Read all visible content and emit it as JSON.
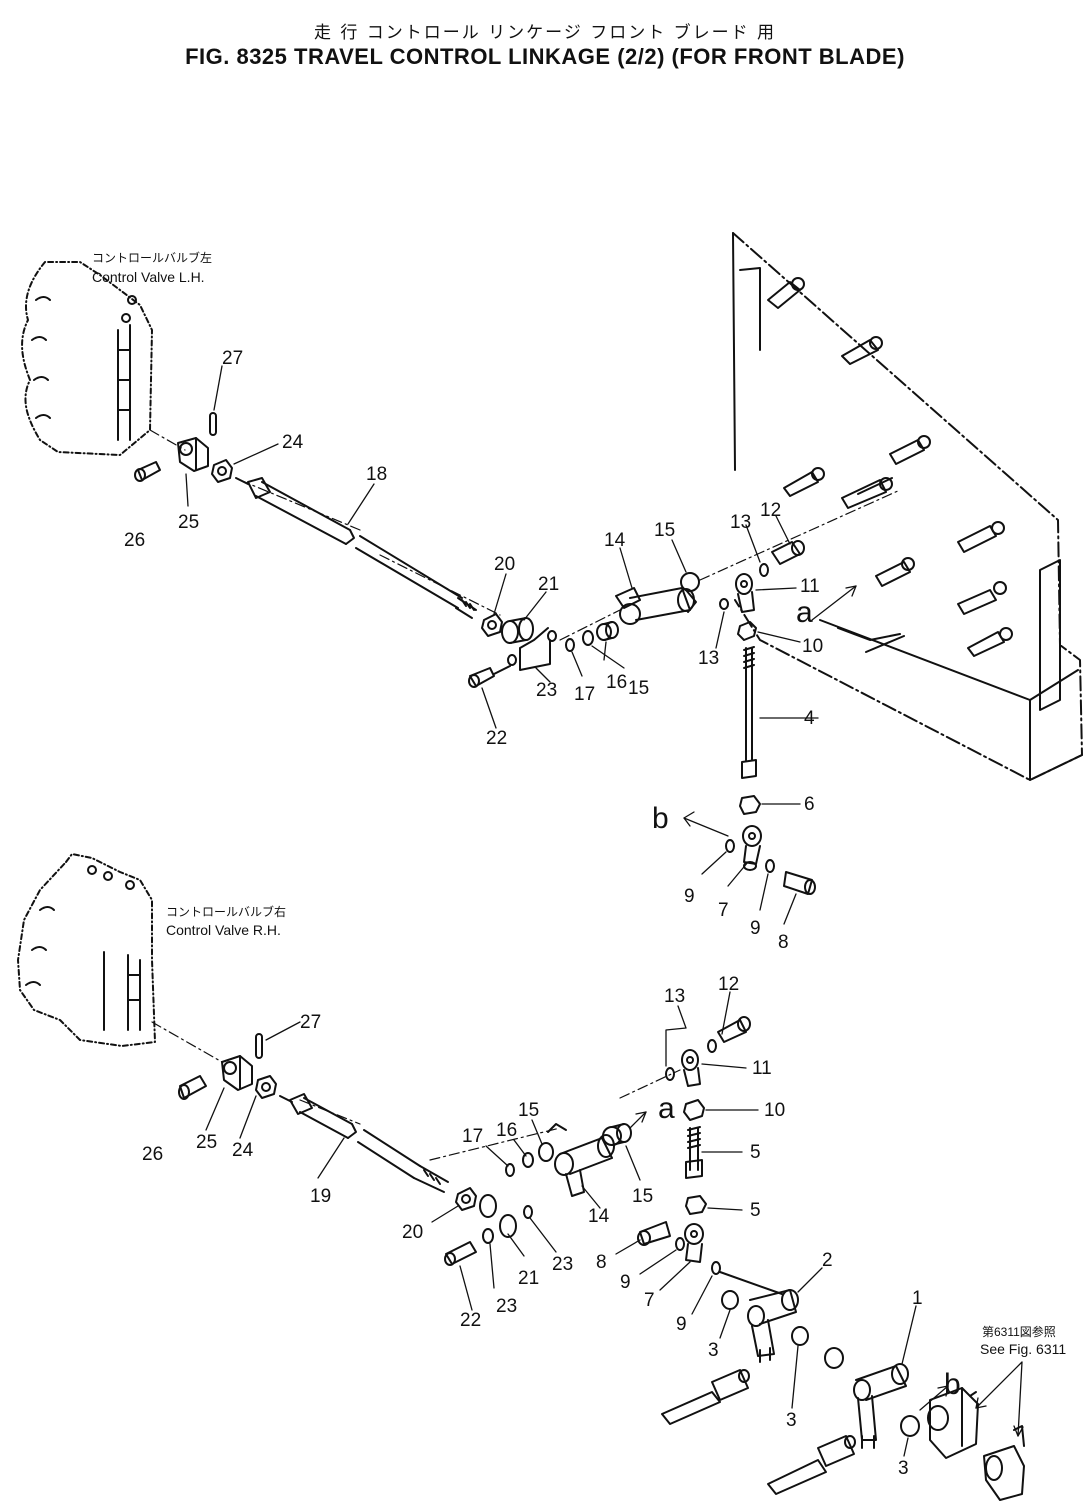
{
  "title": {
    "japanese": "走 行 コントロール リンケージ フロント ブレード 用",
    "english": "FIG. 8325 TRAVEL CONTROL LINKAGE (2/2) (FOR FRONT BLADE)"
  },
  "annotations": {
    "valve_lh_jp": "コントロールバルブ左",
    "valve_lh": "Control Valve L.H.",
    "valve_rh_jp": "コントロールバルブ右",
    "valve_rh": "Control Valve R.H.",
    "see_fig_jp": "第6311図参照",
    "see_fig": "See Fig. 6311"
  },
  "callouts_upper": {
    "c27": "27",
    "c24": "24",
    "c26": "26",
    "c25": "25",
    "c18": "18",
    "c20": "20",
    "c21": "21",
    "c22": "22",
    "c23": "23",
    "c17": "17",
    "c16": "16",
    "c15a": "15",
    "c14": "14",
    "c15b": "15",
    "c13a": "13",
    "c12": "12",
    "c11": "11",
    "c13b": "13",
    "c10": "10",
    "c4": "4",
    "c6": "6",
    "c9a": "9",
    "c7": "7",
    "c9b": "9",
    "c8": "8",
    "ref_a": "a",
    "ref_b": "b"
  },
  "callouts_lower": {
    "c27": "27",
    "c26": "26",
    "c25": "25",
    "c24": "24",
    "c19": "19",
    "c20": "20",
    "c21": "21",
    "c22": "22",
    "c23a": "23",
    "c23b": "23",
    "c17": "17",
    "c16": "16",
    "c15a": "15",
    "c14": "14",
    "c15b": "15",
    "c13": "13",
    "c12": "12",
    "c11": "11",
    "c10": "10",
    "c5a": "5",
    "c5b": "5",
    "c8": "8",
    "c9a": "9",
    "c7": "7",
    "c9b": "9",
    "c2": "2",
    "c3a": "3",
    "c3b": "3",
    "c1": "1",
    "c3c": "3",
    "ref_a": "a",
    "ref_b": "b"
  }
}
